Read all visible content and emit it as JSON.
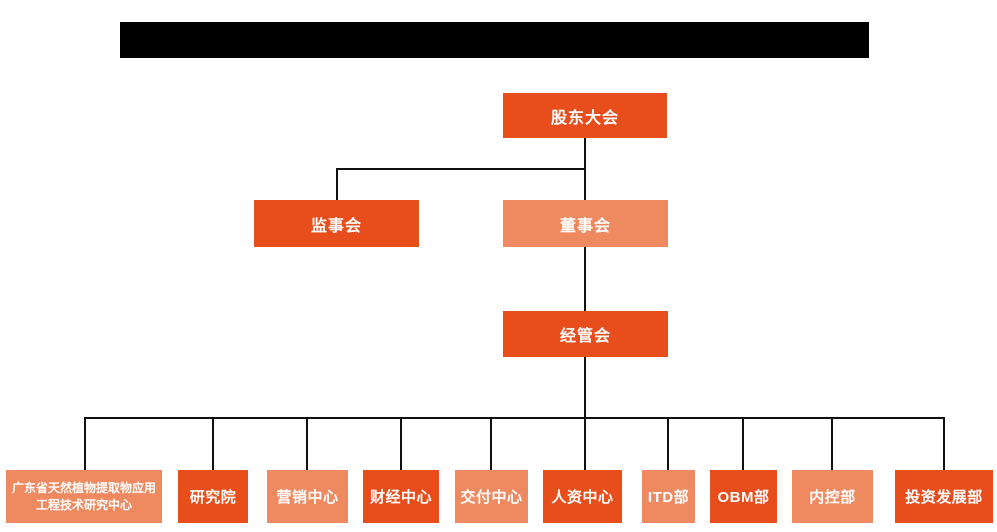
{
  "colors": {
    "primary": "#E84E1B",
    "secondary": "#EF8960",
    "line": "#111111",
    "node_text": "#FFFFFF",
    "title_bar": "#000000",
    "background": "#FFFFFF"
  },
  "title_bar": {
    "type": "redacted-black-bar",
    "text": ""
  },
  "org_chart": {
    "root": {
      "label": "股东大会",
      "variant": "primary"
    },
    "level2": [
      {
        "label": "监事会",
        "variant": "primary"
      },
      {
        "label": "董事会",
        "variant": "secondary"
      }
    ],
    "level3": {
      "label": "经管会",
      "variant": "primary"
    },
    "departments": [
      {
        "label": "广东省天然植物提取物应用工程技术研究中心",
        "variant": "secondary"
      },
      {
        "label": "研究院",
        "variant": "primary"
      },
      {
        "label": "营销中心",
        "variant": "secondary"
      },
      {
        "label": "财经中心",
        "variant": "primary"
      },
      {
        "label": "交付中心",
        "variant": "secondary"
      },
      {
        "label": "人资中心",
        "variant": "primary"
      },
      {
        "label": "ITD部",
        "variant": "secondary"
      },
      {
        "label": "OBM部",
        "variant": "primary"
      },
      {
        "label": "内控部",
        "variant": "secondary"
      },
      {
        "label": "投资发展部",
        "variant": "primary"
      }
    ]
  }
}
